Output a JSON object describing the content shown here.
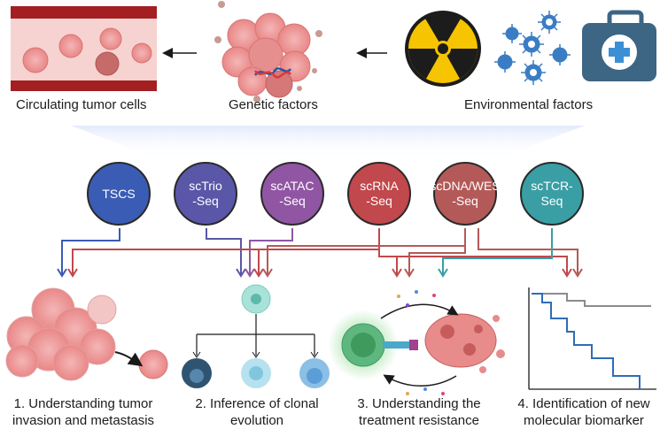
{
  "top": {
    "circulating_label": "Circulating tumor cells",
    "genetic_label": "Genetic factors",
    "environmental_label": "Environmental factors"
  },
  "methods": [
    {
      "line1": "TSCS",
      "line2": "",
      "color": "#3a5cb4"
    },
    {
      "line1": "scTrio",
      "line2": "-Seq",
      "color": "#5a57a8"
    },
    {
      "line1": "scATAC",
      "line2": "-Seq",
      "color": "#9056a3"
    },
    {
      "line1": "scRNA",
      "line2": "-Seq",
      "color": "#c1484c"
    },
    {
      "line1": "scDNA/WES",
      "line2": "-Seq",
      "color": "#b35a58"
    },
    {
      "line1": "scTCR-",
      "line2": "Seq",
      "color": "#3a9ea5"
    }
  ],
  "applications": [
    {
      "line1": "1. Understanding tumor",
      "line2": "invasion and metastasis"
    },
    {
      "line1": "2. Inference of clonal",
      "line2": "evolution"
    },
    {
      "line1": "3. Understanding the",
      "line2": "treatment resistance"
    },
    {
      "line1": "4. Identification of new",
      "line2": "molecular biomarker"
    }
  ],
  "colors": {
    "vessel_red": "#a31f22",
    "radiation_yellow": "#f6c400",
    "virus_blue": "#3b7dc4",
    "kit_blue": "#3d6584",
    "km_blue": "#2e6db5",
    "km_gray": "#8c8c8c"
  }
}
